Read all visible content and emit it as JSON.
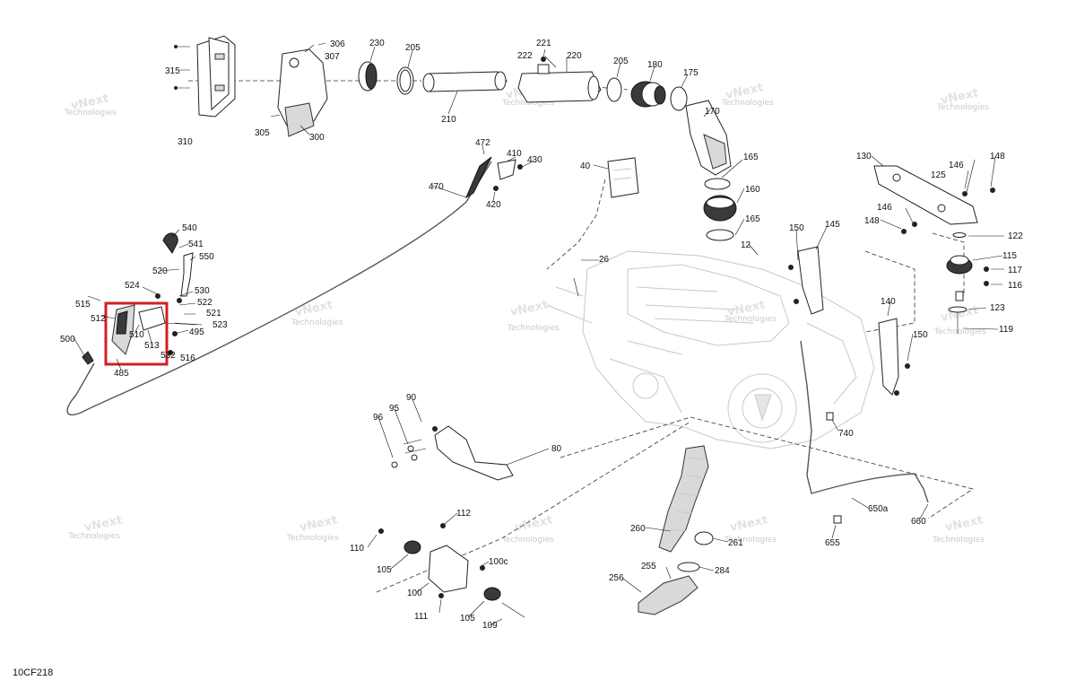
{
  "drawing_code": "10CF218",
  "watermark": {
    "line1": "vNext",
    "line2": "Technologies"
  },
  "labels": [
    {
      "id": "315",
      "text": "315"
    },
    {
      "id": "310",
      "text": "310"
    },
    {
      "id": "306",
      "text": "306"
    },
    {
      "id": "307",
      "text": "307"
    },
    {
      "id": "305",
      "text": "305"
    },
    {
      "id": "300",
      "text": "300"
    },
    {
      "id": "230",
      "text": "230"
    },
    {
      "id": "205a",
      "text": "205"
    },
    {
      "id": "210",
      "text": "210"
    },
    {
      "id": "221",
      "text": "221"
    },
    {
      "id": "222",
      "text": "222"
    },
    {
      "id": "220",
      "text": "220"
    },
    {
      "id": "205b",
      "text": "205"
    },
    {
      "id": "180",
      "text": "180"
    },
    {
      "id": "175",
      "text": "175"
    },
    {
      "id": "170",
      "text": "170"
    },
    {
      "id": "165a",
      "text": "165"
    },
    {
      "id": "160",
      "text": "160"
    },
    {
      "id": "165b",
      "text": "165"
    },
    {
      "id": "472",
      "text": "472"
    },
    {
      "id": "410",
      "text": "410"
    },
    {
      "id": "430",
      "text": "430"
    },
    {
      "id": "470",
      "text": "470"
    },
    {
      "id": "420",
      "text": "420"
    },
    {
      "id": "40",
      "text": "40"
    },
    {
      "id": "130",
      "text": "130"
    },
    {
      "id": "146a",
      "text": "146"
    },
    {
      "id": "148a",
      "text": "148"
    },
    {
      "id": "125",
      "text": "125"
    },
    {
      "id": "146b",
      "text": "146"
    },
    {
      "id": "148b",
      "text": "148"
    },
    {
      "id": "122",
      "text": "122"
    },
    {
      "id": "115",
      "text": "115"
    },
    {
      "id": "117",
      "text": "117"
    },
    {
      "id": "116",
      "text": "116"
    },
    {
      "id": "123",
      "text": "123"
    },
    {
      "id": "119",
      "text": "119"
    },
    {
      "id": "140",
      "text": "140"
    },
    {
      "id": "150b",
      "text": "150"
    },
    {
      "id": "150a",
      "text": "150"
    },
    {
      "id": "145",
      "text": "145"
    },
    {
      "id": "12",
      "text": "12"
    },
    {
      "id": "26",
      "text": "26"
    },
    {
      "id": "540",
      "text": "540"
    },
    {
      "id": "541",
      "text": "541"
    },
    {
      "id": "550",
      "text": "550"
    },
    {
      "id": "520",
      "text": "520"
    },
    {
      "id": "524",
      "text": "524"
    },
    {
      "id": "530",
      "text": "530"
    },
    {
      "id": "522",
      "text": "522"
    },
    {
      "id": "521",
      "text": "521"
    },
    {
      "id": "523",
      "text": "523"
    },
    {
      "id": "515",
      "text": "515"
    },
    {
      "id": "512",
      "text": "512"
    },
    {
      "id": "510",
      "text": "510"
    },
    {
      "id": "513",
      "text": "513"
    },
    {
      "id": "495",
      "text": "495"
    },
    {
      "id": "500",
      "text": "500"
    },
    {
      "id": "485",
      "text": "485"
    },
    {
      "id": "532",
      "text": "532"
    },
    {
      "id": "516",
      "text": "516"
    },
    {
      "id": "90",
      "text": "90"
    },
    {
      "id": "95",
      "text": "95"
    },
    {
      "id": "96",
      "text": "96"
    },
    {
      "id": "80",
      "text": "80"
    },
    {
      "id": "740",
      "text": "740"
    },
    {
      "id": "650a",
      "text": "650a"
    },
    {
      "id": "660",
      "text": "660"
    },
    {
      "id": "655",
      "text": "655"
    },
    {
      "id": "112",
      "text": "112"
    },
    {
      "id": "110",
      "text": "110"
    },
    {
      "id": "105a",
      "text": "105"
    },
    {
      "id": "100c",
      "text": "100c"
    },
    {
      "id": "100",
      "text": "100"
    },
    {
      "id": "111",
      "text": "111"
    },
    {
      "id": "105b",
      "text": "105"
    },
    {
      "id": "109",
      "text": "109"
    },
    {
      "id": "260",
      "text": "260"
    },
    {
      "id": "261",
      "text": "261"
    },
    {
      "id": "255",
      "text": "255"
    },
    {
      "id": "284",
      "text": "284"
    },
    {
      "id": "256",
      "text": "256"
    }
  ]
}
